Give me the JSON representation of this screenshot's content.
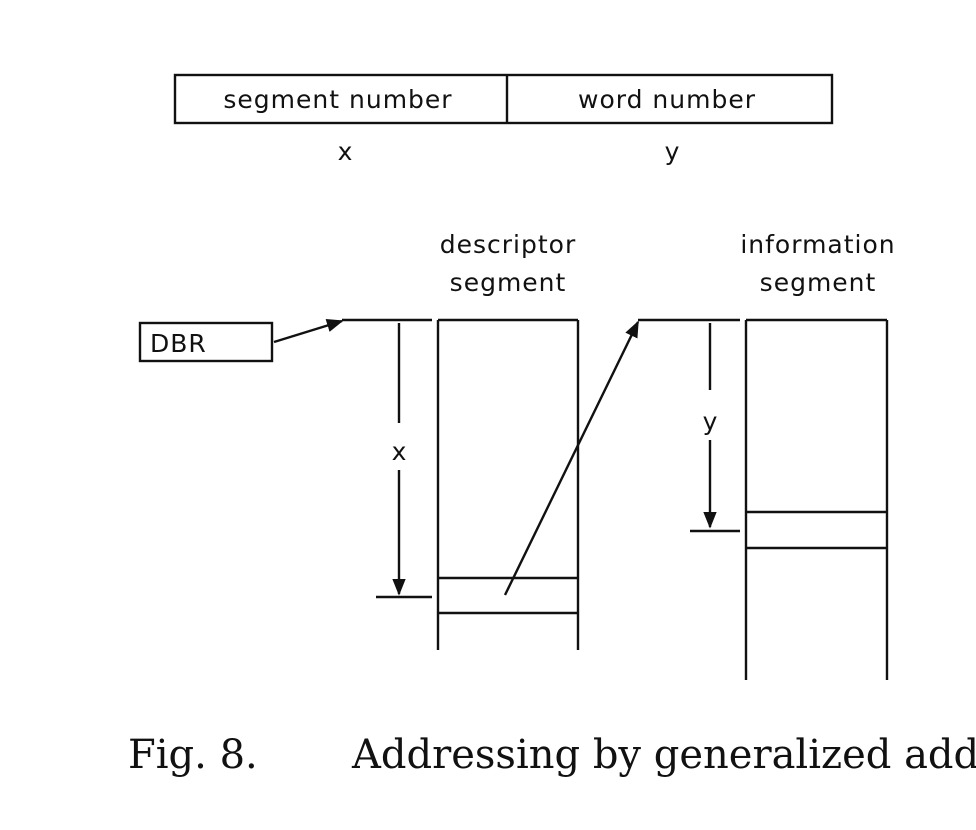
{
  "address_format": {
    "fields": [
      {
        "label": "segment number",
        "variable": "x"
      },
      {
        "label": "word number",
        "variable": "y"
      }
    ]
  },
  "register": {
    "label": "DBR"
  },
  "descriptor_segment": {
    "title_line1": "descriptor",
    "title_line2": "segment",
    "offset_variable": "x"
  },
  "information_segment": {
    "title_line1": "information",
    "title_line2": "segment",
    "offset_variable": "y"
  },
  "caption": {
    "figure_number": "Fig. 8.",
    "text": "Addressing by generalized address"
  }
}
